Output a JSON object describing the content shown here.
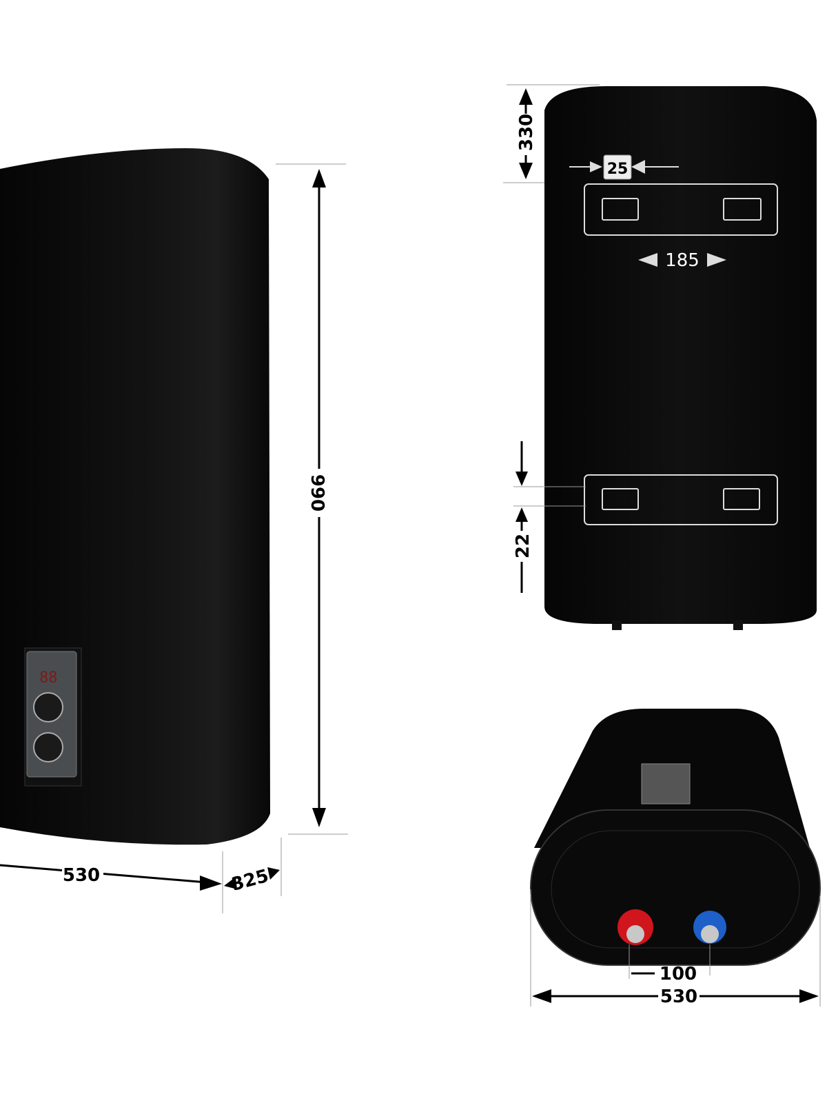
{
  "side_view": {
    "height_label": "990",
    "width_label": "530",
    "depth_label": "325",
    "display_reading": "88"
  },
  "front_view": {
    "top_offset_label": "330",
    "slot_width_label": "25",
    "bracket_spacing_label": "185",
    "bottom_offset_label": "22"
  },
  "bottom_view": {
    "pipe_spacing_label": "100",
    "width_label": "530"
  },
  "colors": {
    "body": "#0b0b0b",
    "hot_pipe": "#d0161c",
    "cold_pipe": "#1e5fc8"
  }
}
